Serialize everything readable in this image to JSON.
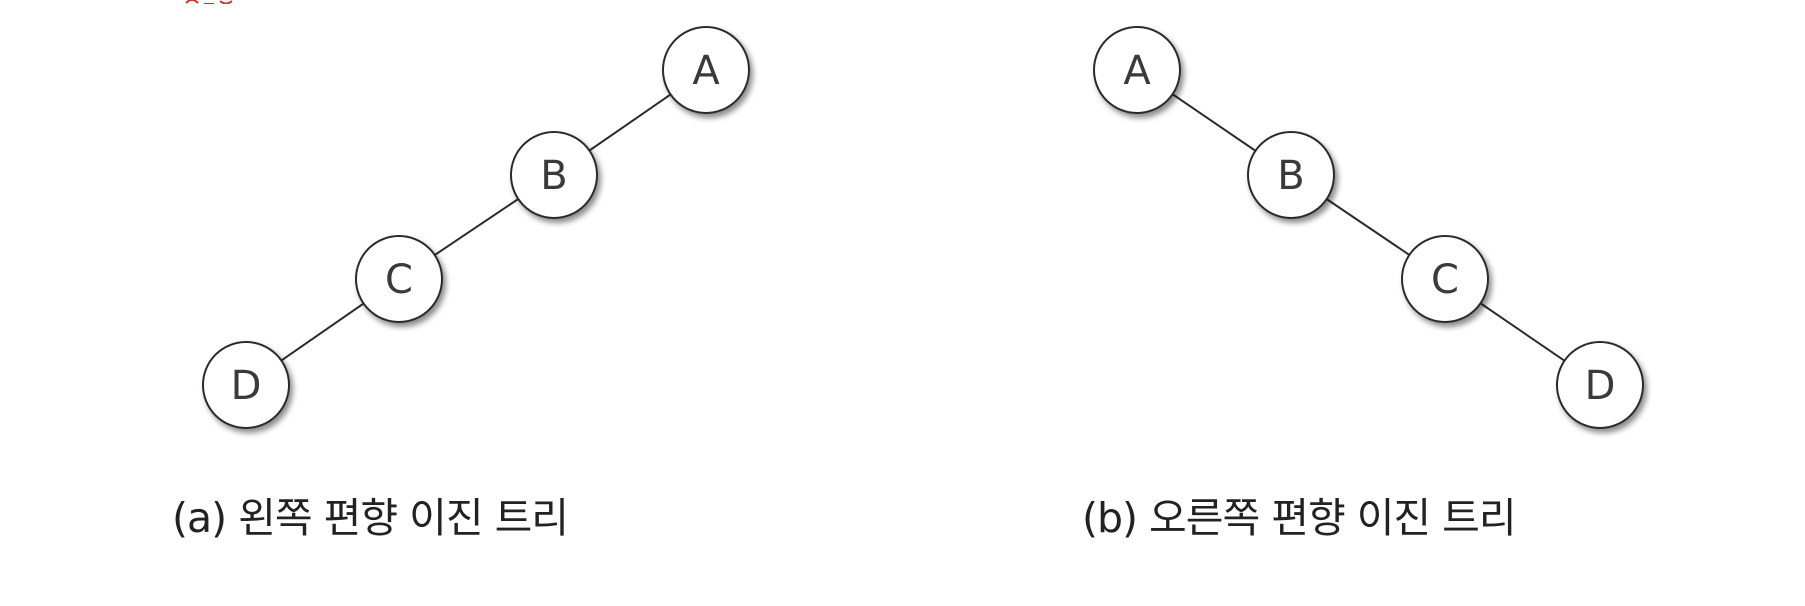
{
  "diagrams": [
    {
      "caption": "(a) 왼쪽 편향 이진 트리",
      "nodes": [
        "A",
        "B",
        "C",
        "D"
      ],
      "edges": [
        [
          "A",
          "B"
        ],
        [
          "B",
          "C"
        ],
        [
          "C",
          "D"
        ]
      ]
    },
    {
      "caption": "(b) 오른쪽 편향 이진 트리",
      "nodes": [
        "A",
        "B",
        "C",
        "D"
      ],
      "edges": [
        [
          "A",
          "B"
        ],
        [
          "B",
          "C"
        ],
        [
          "C",
          "D"
        ]
      ]
    }
  ],
  "colors": {
    "node_fill": "#ffffff",
    "node_stroke": "#2b2b2b",
    "edge": "#2b2b2b",
    "text": "#3a3a3a",
    "top_mark": "#d0312d"
  }
}
